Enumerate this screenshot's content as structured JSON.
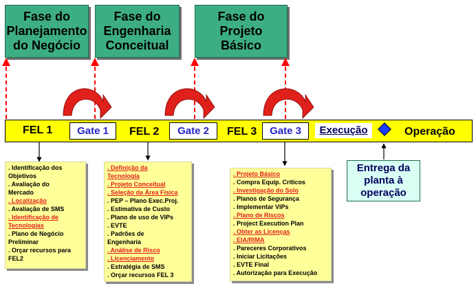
{
  "phases": [
    "Fase do\nPlanejamento\ndo Negócio",
    "Fase do\nEngenharia\nConceitual",
    "Fase do Projeto\nBásico"
  ],
  "timeline": {
    "fel1": "FEL 1",
    "gate1": "Gate 1",
    "fel2": "FEL 2",
    "gate2": "Gate 2",
    "fel3": "FEL 3",
    "gate3": "Gate 3",
    "execucao": "Execução",
    "operacao": "Operação"
  },
  "delivery": "Entrega da\nplanta à\noperação",
  "notes": {
    "fel1": [
      {
        "text": ". Identificação dos\n  Objetivos",
        "hl": false
      },
      {
        "text": ". Avaliação do\n  Mercado",
        "hl": false
      },
      {
        "text": ". Localização",
        "hl": true
      },
      {
        "text": ". Avaliação de SMS",
        "hl": false
      },
      {
        "text": ". Identificação de\n  Tecnologias",
        "hl": true
      },
      {
        "text": ". Plano de Negócio\n  Preliminar",
        "hl": false
      },
      {
        "text": ". Orçar recursos para\n  FEL2",
        "hl": false
      }
    ],
    "fel2": [
      {
        "text": ". Definição da\n  Tecnologia",
        "hl": true
      },
      {
        "text": ". Projeto Conceitual",
        "hl": true
      },
      {
        "text": ". Seleção da Área Física",
        "hl": true
      },
      {
        "text": ". PEP – Plano Exec.Proj.",
        "hl": false
      },
      {
        "text": ". Estimativa de Custo",
        "hl": false
      },
      {
        "text": ". Plano de uso de VIPs",
        "hl": false
      },
      {
        "text": ". EVTE",
        "hl": false
      },
      {
        "text": ". Padrões de\n  Engenharia",
        "hl": false
      },
      {
        "text": ". Análise de Risco",
        "hl": true
      },
      {
        "text": ". Licenciamento",
        "hl": true
      },
      {
        "text": ". Estratégia de SMS",
        "hl": false
      },
      {
        "text": ". Orçar recursos FEL 3",
        "hl": false
      }
    ],
    "fel3": [
      {
        "text": ". Projeto Básico",
        "hl": true
      },
      {
        "text": ". Compra Equip. Críticos",
        "hl": false
      },
      {
        "text": ". Investigação do Solo",
        "hl": true
      },
      {
        "text": ". Planos de Segurança",
        "hl": false
      },
      {
        "text": ". Implementar VIPs",
        "hl": false
      },
      {
        "text": ". Plano de Riscos",
        "hl": true
      },
      {
        "text": ". Project Execution Plan",
        "hl": false
      },
      {
        "text": ". Obter as Licenças",
        "hl": true
      },
      {
        "text": ". EIA/RIMA",
        "hl": true
      },
      {
        "text": ". Pareceres Corporativos",
        "hl": false
      },
      {
        "text": ". Iniciar Licitações",
        "hl": false
      },
      {
        "text": ". EVTE Final",
        "hl": false
      },
      {
        "text": ". Autorização para Execução",
        "hl": false
      }
    ]
  },
  "colors": {
    "phase_box": "#3dae84",
    "timeline": "#ffff00",
    "note": "#ffff99",
    "highlight_text": "#e0201a",
    "gate_text": "#2323c8",
    "arrow_red": "#e0201a",
    "dashed_red": "#ff0000",
    "diamond": "#1a3cff"
  }
}
